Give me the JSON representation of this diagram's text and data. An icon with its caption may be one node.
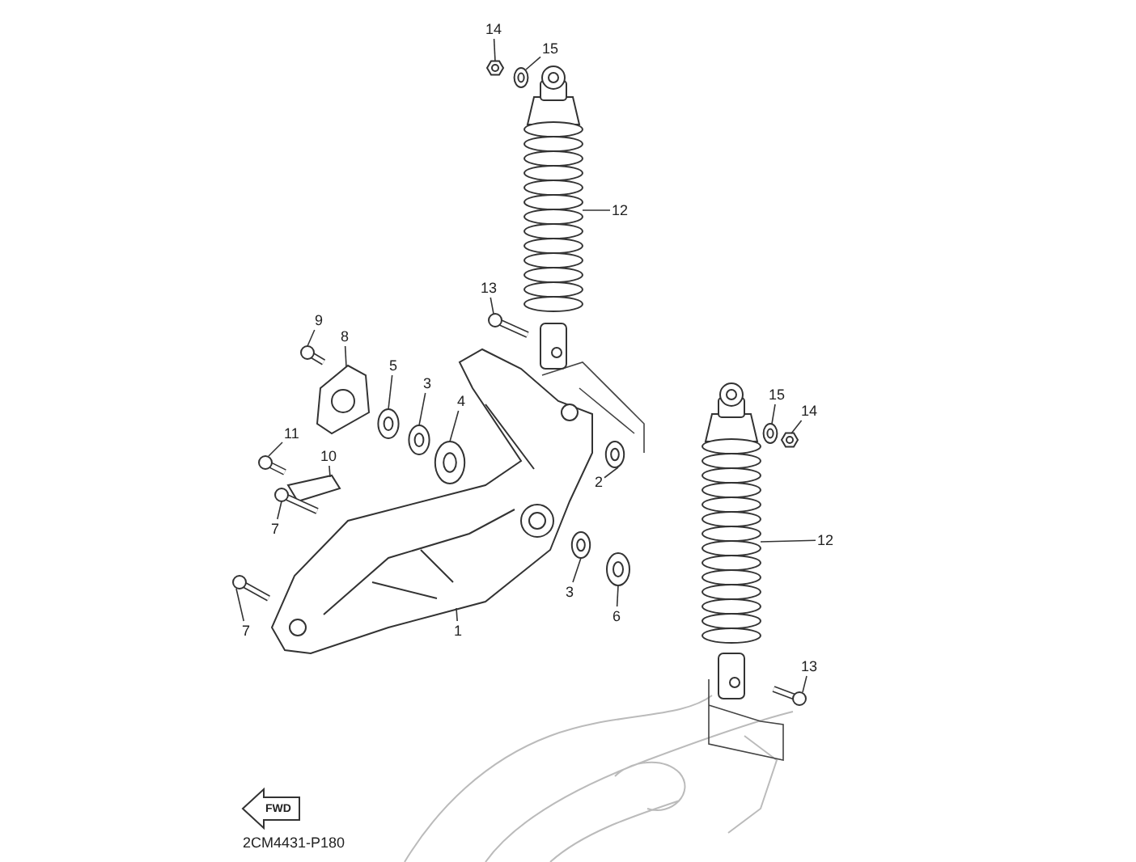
{
  "diagram": {
    "nodes": [
      {
        "text": [
          "14"
        ]
      },
      {
        "text": [
          "15"
        ]
      },
      {
        "text": [
          "12"
        ]
      },
      {
        "text": [
          "13"
        ]
      },
      {
        "text": [
          "9"
        ]
      },
      {
        "text": [
          "8"
        ]
      },
      {
        "text": [
          "5"
        ]
      },
      {
        "text": [
          "3"
        ]
      },
      {
        "text": [
          "4"
        ]
      },
      {
        "text": [
          "15"
        ]
      },
      {
        "text": [
          "14"
        ]
      },
      {
        "text": [
          "11"
        ]
      },
      {
        "text": [
          "10"
        ]
      },
      {
        "text": [
          "2"
        ]
      },
      {
        "text": [
          "7"
        ]
      },
      {
        "text": [
          "12"
        ]
      },
      {
        "text": [
          "3"
        ]
      },
      {
        "text": [
          "6"
        ]
      },
      {
        "text": [
          "1"
        ]
      },
      {
        "text": [
          "7"
        ]
      },
      {
        "text": [
          "13"
        ]
      },
      {
        "text": [],
        "shape": "picture"
      },
      {
        "text": [],
        "shape": "picture"
      },
      {
        "text": [],
        "shape": "picture"
      },
      {
        "text": [],
        "shape": "picture"
      },
      {
        "text": [],
        "shape": "picture"
      },
      {
        "text": [],
        "shape": "picture"
      },
      {
        "text": [],
        "shape": "picture"
      },
      {
        "text": [],
        "shape": "picture"
      },
      {
        "text": [],
        "shape": "picture"
      },
      {
        "text": [],
        "shape": "picture"
      },
      {
        "text": [],
        "shape": "picture"
      },
      {
        "text": [],
        "shape": "picture"
      },
      {
        "text": [],
        "shape": "picture"
      },
      {
        "text": [],
        "shape": "picture"
      },
      {
        "text": [],
        "shape": "picture"
      },
      {
        "text": [],
        "shape": "picture"
      },
      {
        "text": [],
        "shape": "picture"
      },
      {
        "text": [],
        "shape": "picture"
      },
      {
        "text": [],
        "shape": "picture"
      },
      {
        "text": [],
        "shape": "picture"
      },
      {
        "text": [],
        "shape": "picture"
      }
    ],
    "edges": [
      {
        "from": 0,
        "to": 21,
        "arrow": "none"
      },
      {
        "from": 1,
        "to": 22,
        "arrow": "none"
      },
      {
        "from": 2,
        "to": 23,
        "arrow": "none"
      },
      {
        "from": 3,
        "to": 24,
        "arrow": "none"
      },
      {
        "from": 4,
        "to": 25,
        "arrow": "none"
      },
      {
        "from": 5,
        "to": 26,
        "arrow": "none"
      },
      {
        "from": 6,
        "to": 27,
        "arrow": "none"
      },
      {
        "from": 7,
        "to": 28,
        "arrow": "none"
      },
      {
        "from": 8,
        "to": 29,
        "arrow": "none"
      },
      {
        "from": 9,
        "to": 30,
        "arrow": "none"
      },
      {
        "from": 10,
        "to": 31,
        "arrow": "none"
      },
      {
        "from": 11,
        "to": 32,
        "arrow": "none"
      },
      {
        "from": 12,
        "to": 33,
        "arrow": "none"
      },
      {
        "from": 13,
        "to": 34,
        "arrow": "none"
      },
      {
        "from": 14,
        "to": 35,
        "arrow": "none"
      },
      {
        "from": 15,
        "to": 36,
        "arrow": "none"
      },
      {
        "from": 16,
        "to": 37,
        "arrow": "none"
      },
      {
        "from": 17,
        "to": 38,
        "arrow": "none"
      },
      {
        "from": 18,
        "to": 39,
        "arrow": "none"
      },
      {
        "from": 19,
        "to": 40,
        "arrow": "none"
      },
      {
        "from": 20,
        "to": 41,
        "arrow": "none"
      }
    ],
    "labels": [
      "FWD",
      "2CM4431-P180"
    ]
  }
}
